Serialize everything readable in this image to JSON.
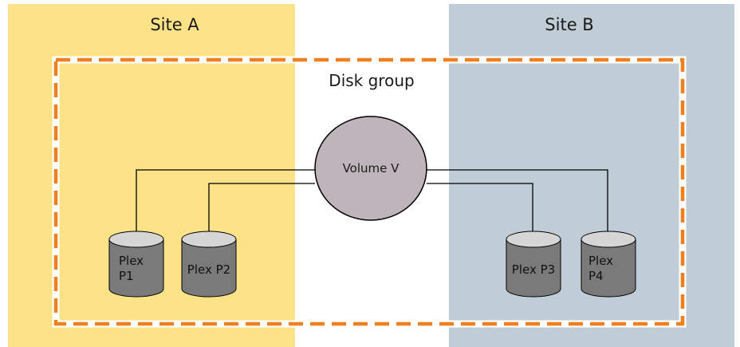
{
  "colors": {
    "site_a": "#fde288",
    "site_b": "#c0cdd6",
    "disk_group_border": "#f07f1e",
    "volume_fill": "#bfb4ba",
    "disk_body": "#7a7a7a",
    "disk_top": "#d6d6d6"
  },
  "sites": [
    {
      "label": "Site A"
    },
    {
      "label": "Site B"
    }
  ],
  "disk_group": {
    "label": "Disk group"
  },
  "volume": {
    "label": "Volume V",
    "shape": "ellipse"
  },
  "plexes": [
    {
      "lines": [
        "Plex",
        "P1"
      ],
      "icon": "disk-cylinder-icon"
    },
    {
      "lines": [
        "Plex P2"
      ],
      "icon": "disk-cylinder-icon"
    },
    {
      "lines": [
        "Plex P3"
      ],
      "icon": "disk-cylinder-icon"
    },
    {
      "lines": [
        "Plex",
        "P4"
      ],
      "icon": "disk-cylinder-icon"
    }
  ]
}
